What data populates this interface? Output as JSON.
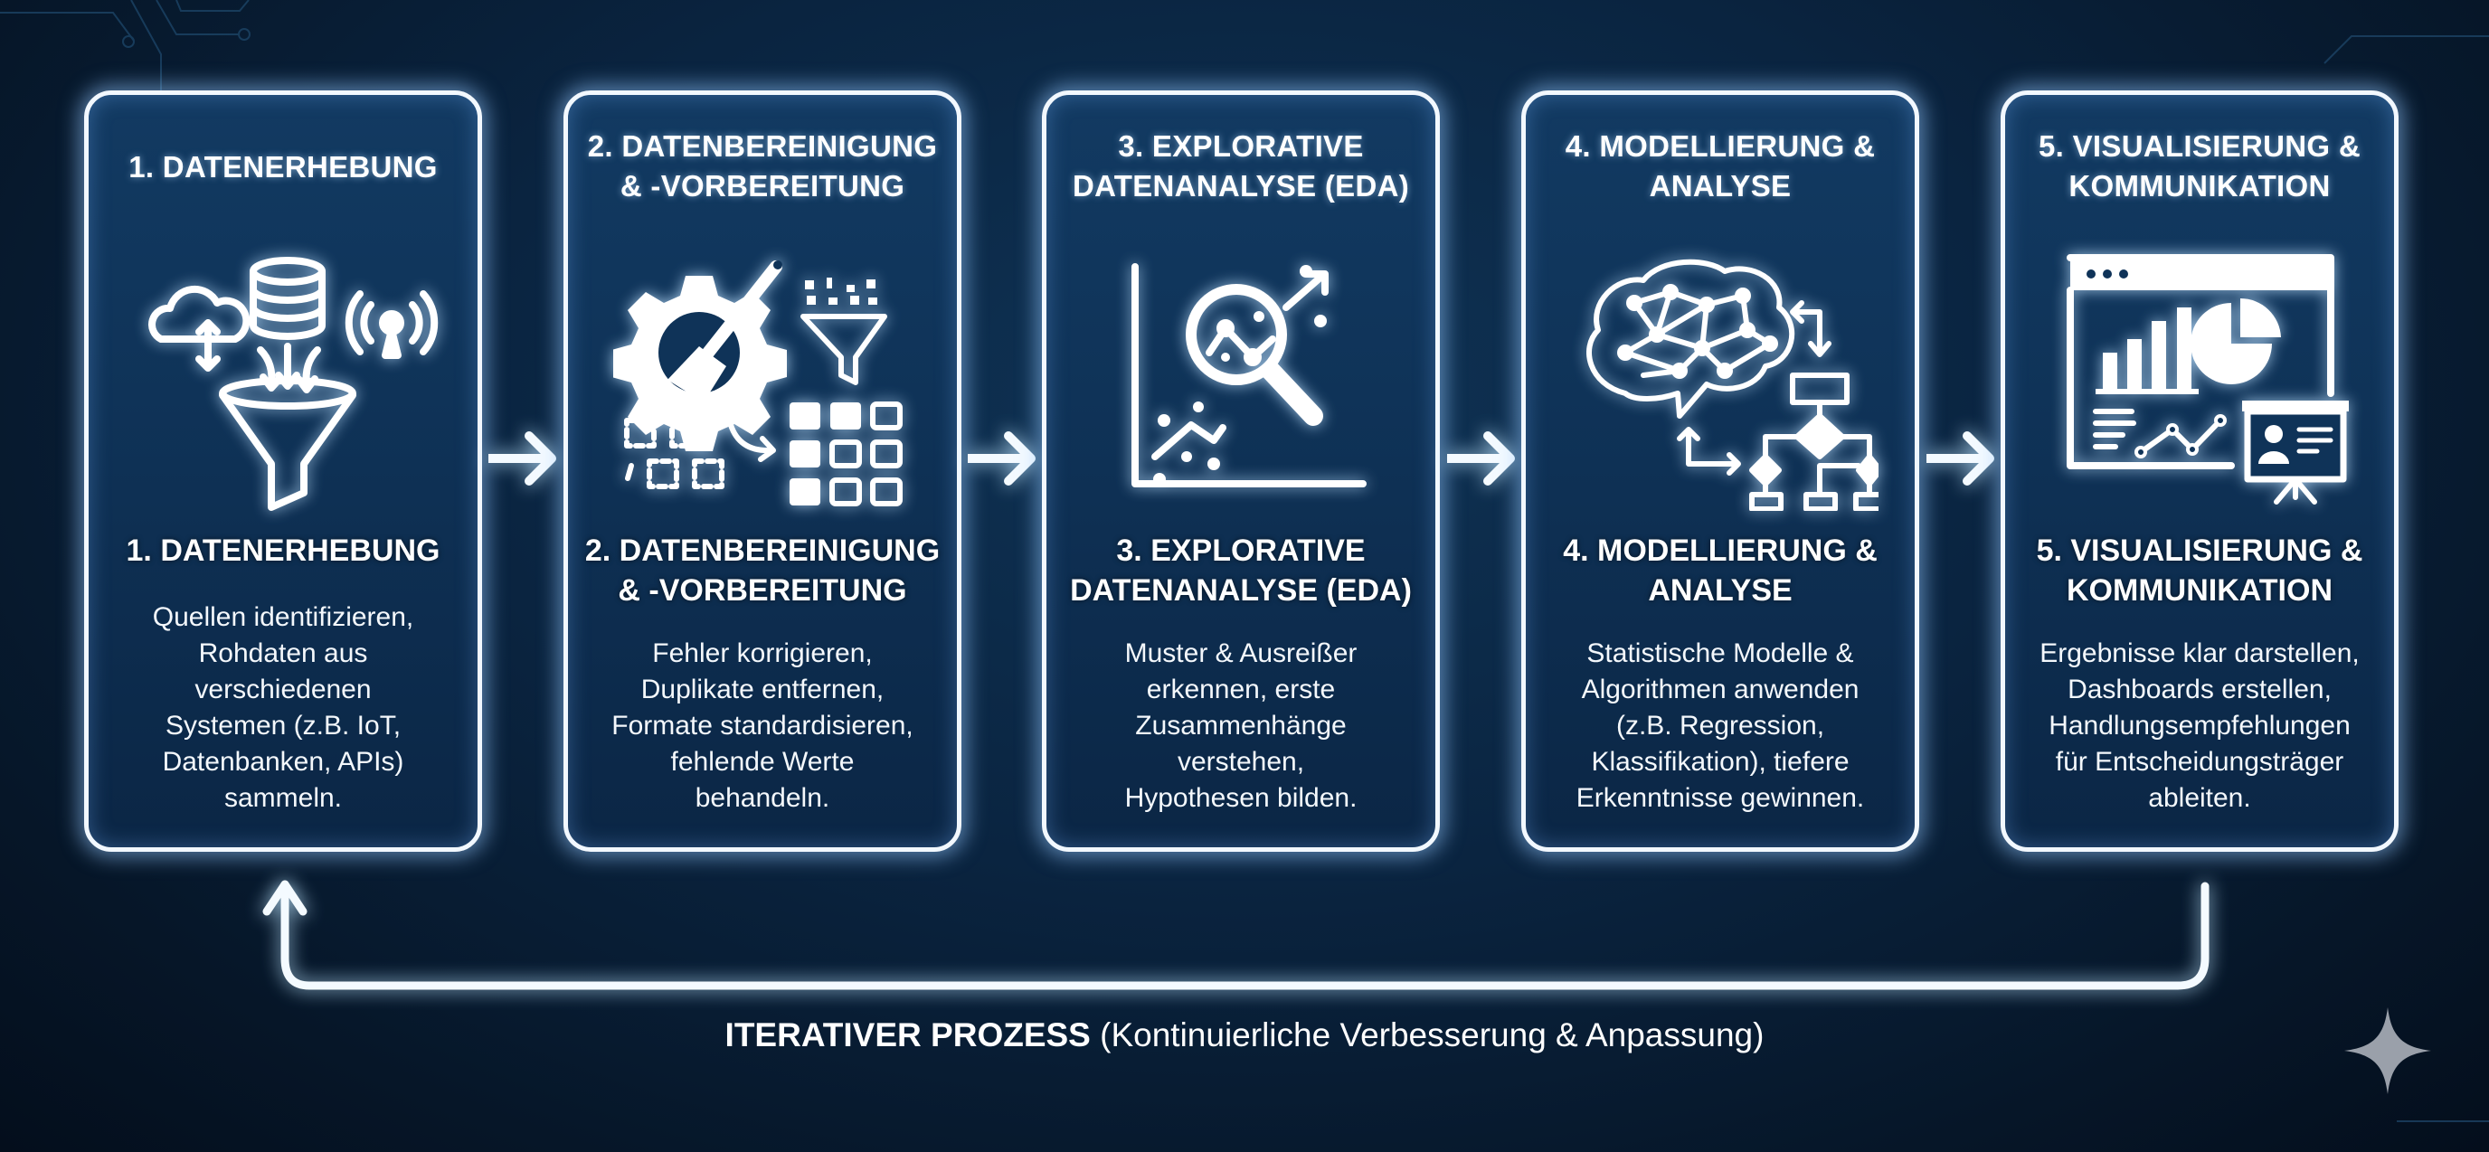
{
  "steps": [
    {
      "title_line1": "1. DATENERHEBUNG",
      "title_line2": "",
      "icon": "funnel-data-sources-icon",
      "heading_line1": "1. DATENERHEBUNG",
      "heading_line2": "",
      "description": [
        "Quellen identifizieren,",
        "Rohdaten aus",
        "verschiedenen",
        "Systemen (z.B. IoT,",
        "Datenbanken, APIs)",
        "sammeln."
      ]
    },
    {
      "title_line1": "2. DATENBEREINIGUNG",
      "title_line2": "& -VORBEREITUNG",
      "icon": "gear-brush-cleaning-icon",
      "heading_line1": "2. DATENBEREINIGUNG",
      "heading_line2": "& -VORBEREITUNG",
      "description": [
        "Fehler korrigieren,",
        "Duplikate entfernen,",
        "Formate standardisieren,",
        "fehlende Werte",
        "behandeln."
      ]
    },
    {
      "title_line1": "3. EXPLORATIVE",
      "title_line2": "DATENANALYSE (EDA)",
      "icon": "magnifier-chart-icon",
      "heading_line1": "3. EXPLORATIVE",
      "heading_line2": "DATENANALYSE (EDA)",
      "description": [
        "Muster & Ausreißer",
        "erkennen, erste",
        "Zusammenhänge",
        "verstehen,",
        "Hypothesen bilden."
      ]
    },
    {
      "title_line1": "4. MODELLIERUNG &",
      "title_line2": "ANALYSE",
      "icon": "brain-flowchart-icon",
      "heading_line1": "4. MODELLIERUNG &",
      "heading_line2": "ANALYSE",
      "description": [
        "Statistische Modelle &",
        "Algorithmen anwenden",
        "(z.B. Regression,",
        "Klassifikation), tiefere",
        "Erkenntnisse gewinnen."
      ]
    },
    {
      "title_line1": "5. VISUALISIERUNG &",
      "title_line2": "KOMMUNIKATION",
      "icon": "dashboard-presentation-icon",
      "heading_line1": "5. VISUALISIERUNG &",
      "heading_line2": "KOMMUNIKATION",
      "description": [
        "Ergebnisse klar darstellen,",
        "Dashboards erstellen,",
        "Handlungsempfehlungen",
        "für Entscheidungsträger",
        "ableiten."
      ]
    }
  ],
  "footer": {
    "bold": "ITERATIVER PROZESS",
    "normal": " (Kontinuierliche Verbesserung & Anpassung)"
  },
  "colors": {
    "background": "#0a2440",
    "card_fill": "#0f3358",
    "glow": "#f2f8ff",
    "sparkle": "#9aa0aa"
  }
}
